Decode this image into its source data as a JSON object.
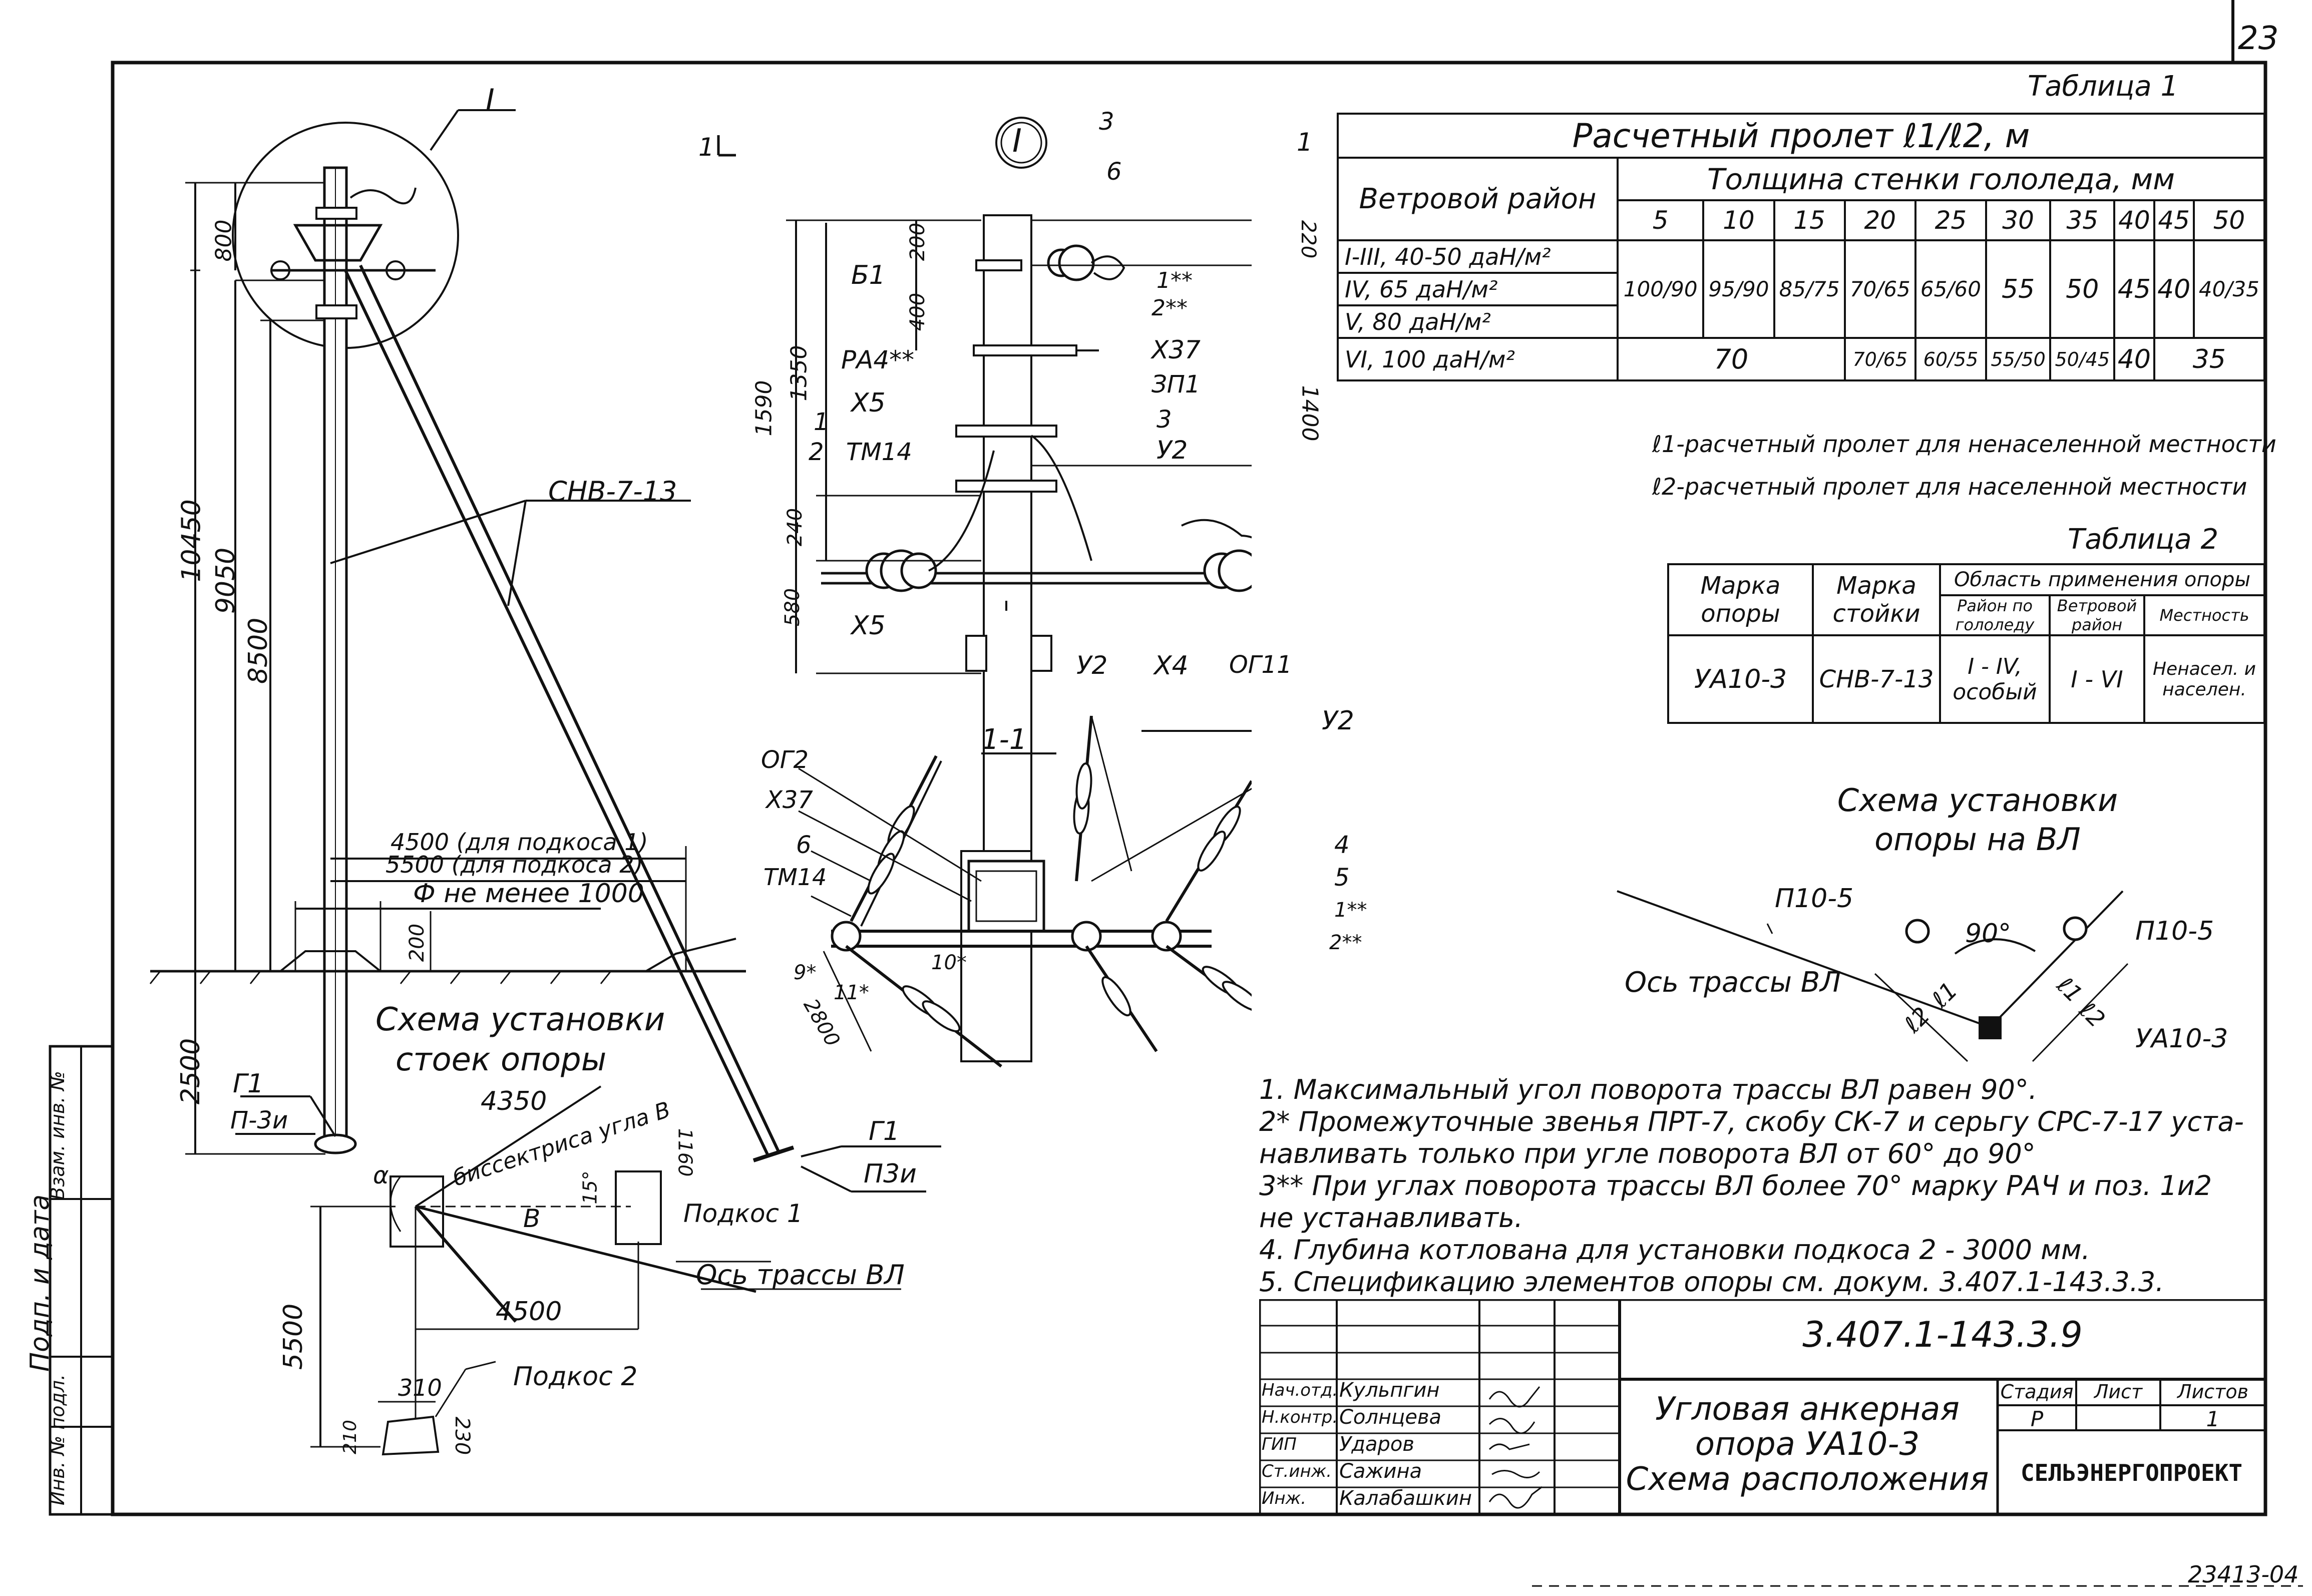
{
  "sheet_number": "23",
  "stamp_code": "23413-04",
  "table1": {
    "caption": "Таблица 1",
    "title": "Расчетный пролет ℓ1/ℓ2, м",
    "col_header_wind": "Ветровой район",
    "col_header_ice": "Толщина стенки гололеда, мм",
    "ice_values": [
      "5",
      "10",
      "15",
      "20",
      "25",
      "30",
      "35",
      "40",
      "45",
      "50"
    ],
    "rows": [
      {
        "label": "I-III, 40-50 даН/м²"
      },
      {
        "label": "IV, 65 даН/м²"
      },
      {
        "label": "V, 80 даН/м²"
      },
      {
        "label": "VI, 100 даН/м²"
      }
    ],
    "merged_values": [
      "100/90",
      "95/90",
      "85/75",
      "70/65",
      "65/60",
      "55",
      "50",
      "45",
      "40",
      "40/35"
    ],
    "row_vi_values": [
      "70",
      "70/65",
      "60/55",
      "55/50",
      "50/45",
      "40",
      "35"
    ],
    "note_l1": "ℓ1-расчетный пролет для ненаселенной местности",
    "note_l2": "ℓ2-расчетный пролет для населенной местности"
  },
  "table2": {
    "caption": "Таблица 2",
    "h_support": "Марка опоры",
    "h_post": "Марка стойки",
    "h_area": "Область применения опоры",
    "h_ice": "Район по гололеду",
    "h_wind": "Ветровой район",
    "h_terrain": "Местность",
    "support": "УА10-3",
    "post": "СНВ-7-13",
    "ice": "I - IV, особый",
    "wind": "I - VI",
    "terrain": "Ненасел. и населен."
  },
  "scheme_vl": {
    "title": "Схема установки опоры на ВЛ",
    "p_left": "П10-5",
    "p_right": "П10-5",
    "angle": "90°",
    "axis": "Ось трассы ВЛ",
    "l1": "ℓ1",
    "l2": "ℓ2",
    "l1b": "ℓ1",
    "l2b": "ℓ2",
    "support": "УА10-3"
  },
  "notes": [
    "1. Максимальный угол поворота трассы ВЛ равен 90°.",
    "2* Промежуточные звенья ПРТ-7, скобу СК-7 и серьгу СРС-7-17 уста-",
    "навливать только при угле поворота ВЛ от 60° до 90°",
    "3** При углах поворота трассы ВЛ более 70° марку РАЧ и поз. 1и2",
    "не устанавливать.",
    "4. Глубина котлована для установки подкоса 2 - 3000 мм.",
    "5. Спецификацию элементов опоры см. докум. 3.407.1-143.3.3."
  ],
  "elevation": {
    "node_mark": "I",
    "dim_10450": "10450",
    "dim_9050": "9050",
    "dim_8500": "8500",
    "dim_800": "800",
    "dim_2500": "2500",
    "dim_200": "200",
    "strut_label": "СНВ-7-13",
    "span_4500": "4500 (для подкоса 1)",
    "span_5500": "5500 (для подкоса 2)",
    "d_label": "Ф не менее 1000",
    "g1_left": "Г1",
    "p3i_left": "П-3и",
    "g1_right": "Г1",
    "p3i_right": "П3и"
  },
  "scheme_posts": {
    "title_1": "Схема установки",
    "title_2": "стоек опоры",
    "dim_4350": "4350",
    "bisector": "биссектриса угла В",
    "beta": "В",
    "alpha": "α",
    "dim_15": "15°",
    "dim_1160": "1160",
    "strut1": "Подкос 1",
    "axis": "Ось трассы ВЛ",
    "dim_4500": "4500",
    "dim_5500": "5500",
    "strut2": "Подкос 2",
    "dim_310": "310",
    "dim_210": "210",
    "dim_230": "230"
  },
  "node_detail": {
    "title": "I",
    "pos_3": "3",
    "pos_6": "6",
    "b1": "Б1",
    "pra4": "РА4**",
    "x5": "Х5",
    "pos_1": "1",
    "pos_2": "2",
    "tm14": "ТМ14",
    "x5b": "Х5",
    "u2b": "У2",
    "x4": "Х4",
    "og11": "ОГ11",
    "pos_1s": "1**",
    "pos_2s": "2**",
    "x37": "Х37",
    "zp1": "ЗП1",
    "pos_3b": "3",
    "u2": "У2",
    "dim_200": "200",
    "dim_400": "400",
    "dim_1350": "1350",
    "dim_1590": "1590",
    "dim_240": "240",
    "dim_580": "580",
    "dim_220": "220",
    "dim_1400": "1400",
    "cut_1": "1",
    "cut_1b": "1"
  },
  "section": {
    "title": "1-1",
    "og2": "ОГ2",
    "x37": "Х37",
    "pos_6": "6",
    "tm14": "ТМ14",
    "u2": "У2",
    "pos_4": "4",
    "pos_5": "5",
    "pos_1": "1**",
    "pos_2": "2**",
    "pos_9": "9*",
    "pos_10": "10*",
    "pos_11": "11*",
    "dim_2800": "2800"
  },
  "title_block": {
    "doc_code": "3.407.1-143.3.9",
    "name_1": "Угловая анкерная",
    "name_2": "опора УА10-3",
    "name_3": "Схема расположения",
    "stage_h": "Стадия",
    "sheet_h": "Лист",
    "sheets_h": "Листов",
    "stage": "Р",
    "sheets": "1",
    "org": "СЕЛЬЭНЕРГОПРОЕКТ",
    "roles": [
      "Нач.отд.",
      "Н.контр.",
      "ГИП",
      "Ст.инж.",
      "Инж."
    ],
    "names": [
      "Кульпгин",
      "Солнцева",
      "Ударов",
      "Сажина",
      "Калабашкин"
    ]
  },
  "side_stamp": {
    "inv_orig": "Инв. № подл.",
    "sign_date": "Подп. и дата",
    "inv_copy": "Взам. инв. №"
  }
}
